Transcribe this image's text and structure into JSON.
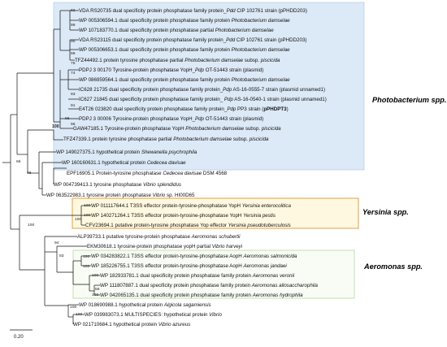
{
  "highlight_colors": {
    "photobacterium_fill": "#dce9f6",
    "photobacterium_stroke": "#b9cfe6",
    "yersinia_fill": "#fff8e0",
    "yersinia_stroke": "#e2a13b",
    "aeromonas_fill": "#f8fcf4",
    "aeromonas_stroke": "#b7d7a0"
  },
  "clades": {
    "photobacterium": "Photobacterium spp.",
    "yersinia": "Yersinia spp.",
    "aeromonas": "Aeromonas spp."
  },
  "scale_bar": {
    "label": "0.20"
  },
  "leaves": [
    {
      "id": "l01",
      "parts": [
        [
          "VDA RS20735 dual specificity protein phosphatase family protein_",
          ""
        ],
        [
          "Pdd",
          "sp"
        ],
        [
          " CIP 102761 strain (pPHDD203)",
          ""
        ]
      ]
    },
    {
      "id": "l02",
      "parts": [
        [
          "WP 005306594.1 dual specificity protein phosphatase family protein ",
          ""
        ],
        [
          "Photobacterium damselae",
          "sp"
        ]
      ]
    },
    {
      "id": "l03",
      "parts": [
        [
          "WP 107183770.1 dual specificity protein phosphatase partial ",
          ""
        ],
        [
          "Photobacterium damselae",
          "sp"
        ]
      ]
    },
    {
      "id": "l04",
      "parts": [
        [
          "VDA RS23115 dual specificity protein phosphatase family protein_",
          ""
        ],
        [
          "Pdd",
          "sp"
        ],
        [
          " CIP 102761 strain (pPHDD203)",
          ""
        ]
      ]
    },
    {
      "id": "l05",
      "parts": [
        [
          "WP 005306653.1 dual specificity protein phosphatase family protein ",
          ""
        ],
        [
          "Photobacterium damselae",
          "sp"
        ]
      ]
    },
    {
      "id": "l06",
      "parts": [
        [
          "TFZ44492.1 protein tyrosine phosphatase partial ",
          ""
        ],
        [
          "Photobacterium damselae",
          "sp"
        ],
        [
          " subsp. ",
          ""
        ],
        [
          "piscicida",
          "sp"
        ]
      ]
    },
    {
      "id": "l07",
      "parts": [
        [
          "PDPJ 3 00170 Tyrosine-protein phosphatase YopH_",
          ""
        ],
        [
          "Pdp",
          "sp"
        ],
        [
          " OT-51443 strain (plasmid)",
          ""
        ]
      ]
    },
    {
      "id": "l08",
      "parts": [
        [
          "WP 086959564.1 dual specificity protein phosphatase family protein ",
          ""
        ],
        [
          "Photobacterium damselae",
          "sp"
        ]
      ]
    },
    {
      "id": "l09",
      "parts": [
        [
          "IC628 21735 dual specificity protein phosphatase family protein_",
          ""
        ],
        [
          "Pdp",
          "sp"
        ],
        [
          " AS-16-0555-7 strain (plasmid unnamed1)",
          ""
        ]
      ]
    },
    {
      "id": "l10",
      "parts": [
        [
          "IC627 21845 dual specificity protein phosphatase family protein_ ",
          ""
        ],
        [
          "Pdp",
          "sp"
        ],
        [
          " AS-16-0540-1 strain (plasmid unnamed1)",
          ""
        ]
      ]
    },
    {
      "id": "l11",
      "parts": [
        [
          "E4T26 023820 dual specificity protein phosphatase family protein_",
          ""
        ],
        [
          "Pdp",
          "sp"
        ],
        [
          " PP3 strain (",
          ""
        ],
        [
          "pPHDPT3",
          "b"
        ],
        [
          ")",
          ""
        ]
      ]
    },
    {
      "id": "l12",
      "parts": [
        [
          "PDPJ 3 00006 Tyrosine-protein phosphatase YopH_",
          ""
        ],
        [
          "Pdp",
          "sp"
        ],
        [
          " OT-51443 strain (plasmid)",
          ""
        ]
      ]
    },
    {
      "id": "l13",
      "parts": [
        [
          "GAW47185.1 Tyrosine-protein phosphatase YopH ",
          ""
        ],
        [
          "Photobacterium damselae",
          "sp"
        ],
        [
          " subsp. ",
          ""
        ],
        [
          "piscicida",
          "sp"
        ]
      ]
    },
    {
      "id": "l14",
      "parts": [
        [
          "TFZ47339.1 protein tyrosine phosphatase partial ",
          ""
        ],
        [
          "Photobacterium damselae",
          "sp"
        ],
        [
          " subsp. ",
          ""
        ],
        [
          "piscicida",
          "sp"
        ]
      ]
    },
    {
      "id": "l15",
      "parts": [
        [
          "WP 149027375.1 hypothetical protein ",
          ""
        ],
        [
          "Shewanella psychrophila",
          "sp"
        ]
      ]
    },
    {
      "id": "l16",
      "parts": [
        [
          "WP 160160631.1 hypothetical protein ",
          ""
        ],
        [
          "Cedecea davisae",
          "sp"
        ]
      ]
    },
    {
      "id": "l17",
      "parts": [
        [
          "EPF16905.1 Protein-tyrosine phosphatase ",
          ""
        ],
        [
          "Cedecea davisae",
          "sp"
        ],
        [
          " DSM 4568",
          ""
        ]
      ]
    },
    {
      "id": "l18",
      "parts": [
        [
          "WP 004739413.1 tyrosine phosphatase ",
          ""
        ],
        [
          "Vibrio splendidus",
          "sp"
        ]
      ]
    },
    {
      "id": "l19",
      "parts": [
        [
          "WP 063522983.1 tyrosine protein phosphatase ",
          ""
        ],
        [
          "Vibrio",
          "sp"
        ],
        [
          " sp. HI00D65",
          ""
        ]
      ]
    },
    {
      "id": "l20",
      "parts": [
        [
          "WP 011117644.1 T3SS effector protein-tyrosine-phosphatase YopH ",
          ""
        ],
        [
          "Yersinia enterocolitica",
          "sp"
        ]
      ]
    },
    {
      "id": "l21",
      "parts": [
        [
          "WP 140271264.1 T3SS effector protein-tyrosine-phosphatase YopH ",
          ""
        ],
        [
          "Yersinia pestis",
          "sp"
        ]
      ]
    },
    {
      "id": "l22",
      "parts": [
        [
          "CFV23694.1 putative protein-tyrosine phosphatase Yop effector ",
          ""
        ],
        [
          "Yersinia pseudotuberculosis",
          "sp"
        ]
      ]
    },
    {
      "id": "l23",
      "parts": [
        [
          "ALP39733.1 putative tyrosine-protein phosphatase ",
          ""
        ],
        [
          "Aeromonas schubertii",
          "sp"
        ]
      ]
    },
    {
      "id": "l24",
      "parts": [
        [
          "EKM30618.1 tyrosine-protein phosphatase yopH partial ",
          ""
        ],
        [
          "Vibrio harveyi",
          "sp"
        ]
      ]
    },
    {
      "id": "l25",
      "parts": [
        [
          "WP 034283822.1 T3SS effector protein-tyrosine-phosphatase AopH ",
          ""
        ],
        [
          "Aeromonas salmonicida",
          "sp"
        ]
      ]
    },
    {
      "id": "l26",
      "parts": [
        [
          "WP 185226755.1 T3SS effector protein-tyrosine-phosphatase AopH ",
          ""
        ],
        [
          "Aeromonas jandaei",
          "sp"
        ]
      ]
    },
    {
      "id": "l27",
      "parts": [
        [
          "WP 182933781.1 dual specificity protein phosphatase family protein ",
          ""
        ],
        [
          "Aeromonas veronii",
          "sp"
        ]
      ]
    },
    {
      "id": "l28",
      "parts": [
        [
          "WP 111807887.1 dual specificity protein phosphatase family protein ",
          ""
        ],
        [
          "Aeromonas allosaccharophila",
          "sp"
        ]
      ]
    },
    {
      "id": "l29",
      "parts": [
        [
          "WP 042065135.1 dual specificity protein phosphatase family protein ",
          ""
        ],
        [
          "Aeromonas hydrophila",
          "sp"
        ]
      ]
    },
    {
      "id": "l30",
      "parts": [
        [
          "WP 018690988.1 hypothetical protein ",
          ""
        ],
        [
          "Algicola sagamiensis",
          "sp"
        ]
      ]
    },
    {
      "id": "l31",
      "parts": [
        [
          "WP 039983073.1 MULTISPECIES: hypothetical protein ",
          ""
        ],
        [
          "Vibrio",
          "sp"
        ]
      ]
    },
    {
      "id": "l32",
      "parts": [
        [
          "WP 021710684.1 hypothetical protein ",
          ""
        ],
        [
          "Vibrio azureus",
          "sp"
        ]
      ]
    }
  ],
  "bootstraps": [
    {
      "id": "b01",
      "value": "82"
    },
    {
      "id": "b02",
      "value": "99"
    },
    {
      "id": "b03",
      "value": "90"
    },
    {
      "id": "b04",
      "value": "99"
    },
    {
      "id": "b05",
      "value": "75"
    },
    {
      "id": "b06",
      "value": "74"
    },
    {
      "id": "b07",
      "value": "96"
    },
    {
      "id": "b08",
      "value": "93"
    },
    {
      "id": "b09",
      "value": "91"
    },
    {
      "id": "b10",
      "value": "96"
    },
    {
      "id": "b11",
      "value": "100",
      "bold": true
    },
    {
      "id": "b12",
      "value": "66"
    },
    {
      "id": "b13",
      "value": "48"
    },
    {
      "id": "b14",
      "value": "100"
    },
    {
      "id": "b15",
      "value": "100"
    },
    {
      "id": "b16",
      "value": "100"
    },
    {
      "id": "b17",
      "value": "100"
    },
    {
      "id": "b18",
      "value": "94"
    },
    {
      "id": "b19",
      "value": "83"
    },
    {
      "id": "b20",
      "value": "100"
    },
    {
      "id": "b21",
      "value": "100"
    },
    {
      "id": "b22",
      "value": "100"
    },
    {
      "id": "b23",
      "value": "56"
    },
    {
      "id": "b24",
      "value": "100"
    },
    {
      "id": "b25",
      "value": "100"
    },
    {
      "id": "b26",
      "value": "100"
    }
  ]
}
